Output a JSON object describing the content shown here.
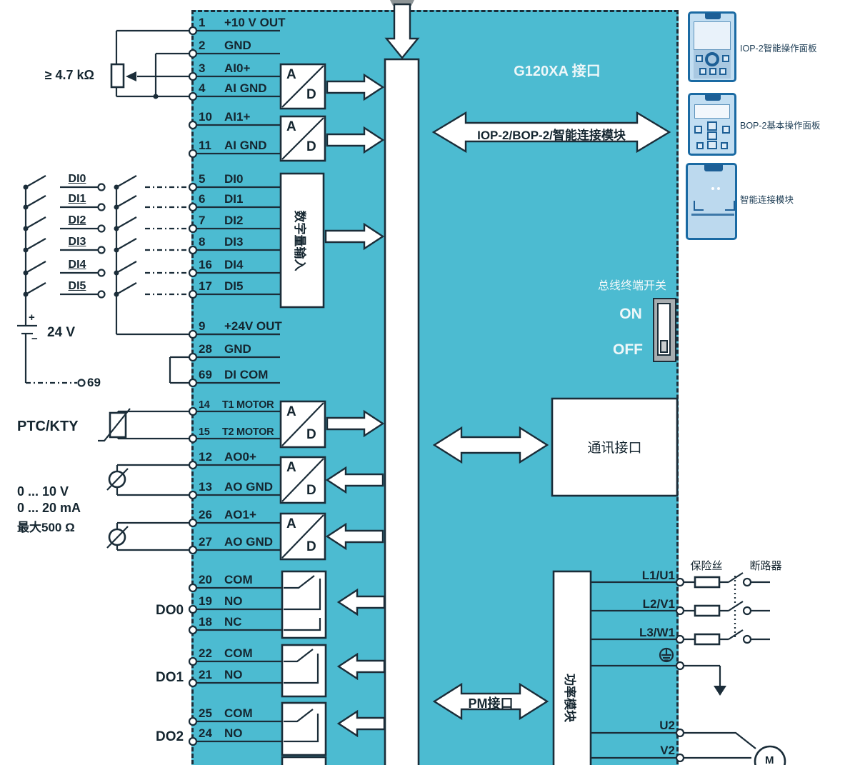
{
  "block_title": "G120XA 接口",
  "arrows": {
    "iop_bop": "IOP-2/BOP-2/智能连接模块",
    "pm": "PM接口"
  },
  "comm_box_label": "通讯接口",
  "power_module_label": "功率模块",
  "digital_input_box_label": "数字量输入",
  "bus_switch": {
    "title": "总线终端开关",
    "on": "ON",
    "off": "OFF"
  },
  "devices": [
    {
      "label": "IOP-2智能操作面板"
    },
    {
      "label": "BOP-2基本操作面板"
    },
    {
      "label": "智能连接模块"
    }
  ],
  "ad_label": {
    "a": "A",
    "d": "D"
  },
  "left_terminals": [
    {
      "num": "1",
      "label": "+10 V OUT"
    },
    {
      "num": "2",
      "label": "GND"
    },
    {
      "num": "3",
      "label": "AI0+"
    },
    {
      "num": "4",
      "label": "AI GND"
    },
    {
      "num": "10",
      "label": "AI1+"
    },
    {
      "num": "11",
      "label": "AI GND"
    },
    {
      "num": "5",
      "label": "DI0"
    },
    {
      "num": "6",
      "label": "DI1"
    },
    {
      "num": "7",
      "label": "DI2"
    },
    {
      "num": "8",
      "label": "DI3"
    },
    {
      "num": "16",
      "label": "DI4"
    },
    {
      "num": "17",
      "label": "DI5"
    },
    {
      "num": "9",
      "label": "+24V OUT"
    },
    {
      "num": "28",
      "label": "GND"
    },
    {
      "num": "69",
      "label": "DI COM"
    },
    {
      "num": "14",
      "label": "T1 MOTOR"
    },
    {
      "num": "15",
      "label": "T2 MOTOR"
    },
    {
      "num": "12",
      "label": "AO0+"
    },
    {
      "num": "13",
      "label": "AO GND"
    },
    {
      "num": "26",
      "label": "AO1+"
    },
    {
      "num": "27",
      "label": "AO GND"
    },
    {
      "num": "20",
      "label": "COM"
    },
    {
      "num": "19",
      "label": "NO"
    },
    {
      "num": "18",
      "label": "NC"
    },
    {
      "num": "22",
      "label": "COM"
    },
    {
      "num": "21",
      "label": "NO"
    },
    {
      "num": "25",
      "label": "COM"
    },
    {
      "num": "24",
      "label": "NO"
    }
  ],
  "right_terminals": [
    {
      "label": "L1/U1"
    },
    {
      "label": "L2/V1"
    },
    {
      "label": "L3/W1"
    },
    {
      "label": "U2"
    },
    {
      "label": "V2"
    }
  ],
  "right_labels": {
    "fuse": "保险丝",
    "breaker": "断路器"
  },
  "left_labels": {
    "pot": "≥ 4.7 kΩ",
    "battery": "24 V",
    "battery_plus": "+",
    "battery_minus": "−",
    "node69": "69",
    "ptc": "PTC/KTY",
    "range1": "0 ... 10 V",
    "range2": "0 ... 20 mA",
    "range3": "最大500 Ω",
    "do0": "DO0",
    "do1": "DO1",
    "do2": "DO2",
    "di": [
      "DI0",
      "DI1",
      "DI2",
      "DI3",
      "DI4",
      "DI5"
    ]
  },
  "motor_label": "M",
  "colors": {
    "teal": "#4CBBD1",
    "line": "#1b2d39",
    "device_fill": "#c2def2",
    "device_border": "#1a6aa3",
    "notch": "#1d5f96",
    "switch_gray": "#a8adb0"
  }
}
